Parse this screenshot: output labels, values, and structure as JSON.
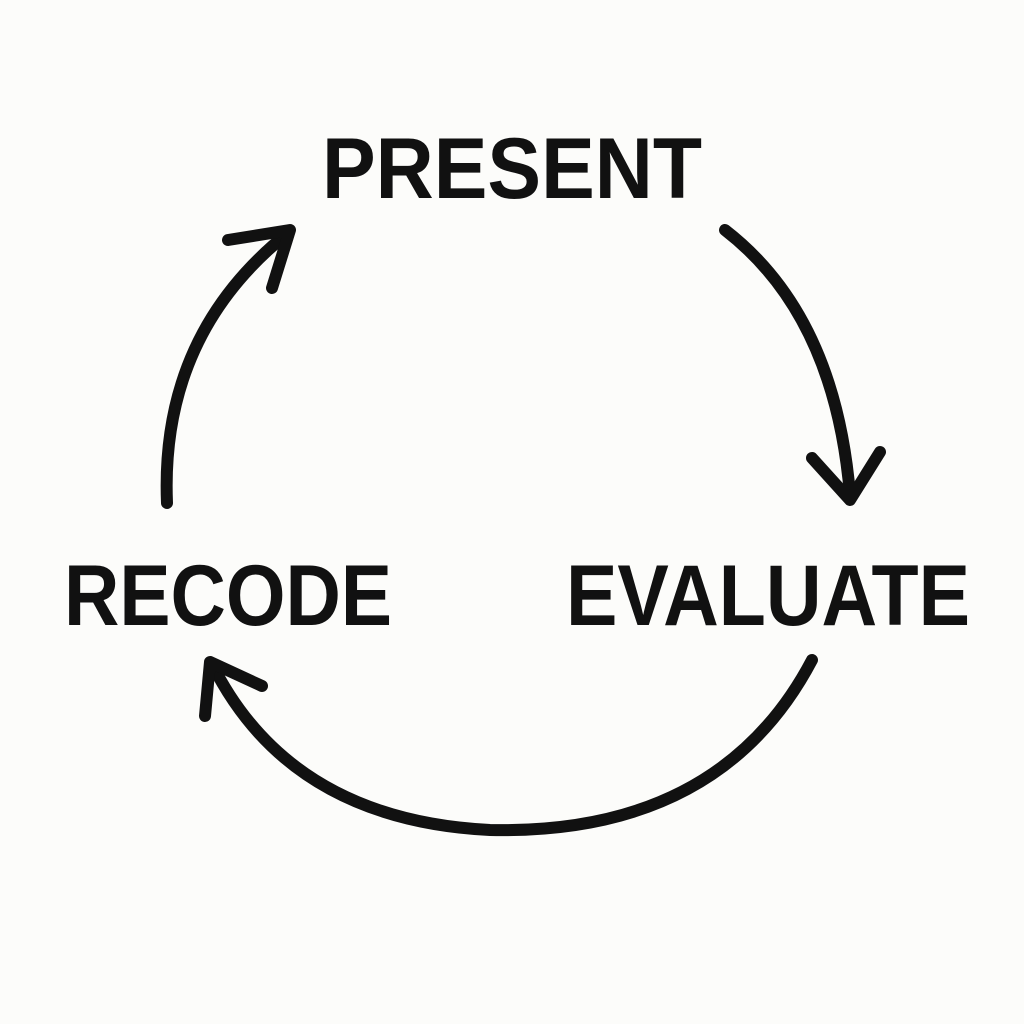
{
  "diagram": {
    "type": "cycle",
    "stages": [
      {
        "label": "PRESENT"
      },
      {
        "label": "EVALUATE"
      },
      {
        "label": "RECODE"
      }
    ],
    "edges": [
      {
        "from": "PRESENT",
        "to": "EVALUATE"
      },
      {
        "from": "EVALUATE",
        "to": "RECODE"
      },
      {
        "from": "RECODE",
        "to": "PRESENT"
      }
    ],
    "colors": {
      "background": "#fcfcfa",
      "ink": "#111111"
    }
  }
}
